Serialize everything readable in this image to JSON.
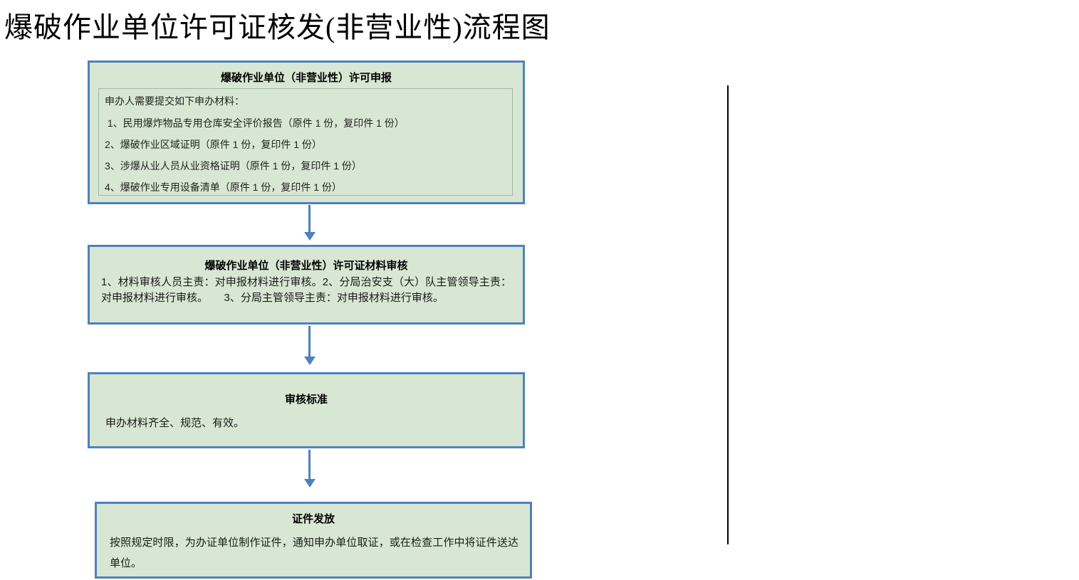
{
  "page": {
    "title": "爆破作业单位许可证核发(非营业性)流程图"
  },
  "flowchart": {
    "colors": {
      "node_fill": "#d8e7d3",
      "node_border": "#4f81bd",
      "arrow": "#4f81bd",
      "divider": "#000000"
    },
    "nodes": [
      {
        "id": "apply",
        "title": "爆破作业单位（非营业性）许可申报",
        "intro": "申办人需要提交如下申办材料：",
        "items": [
          " 1、民用爆炸物品专用仓库安全评价报告（原件 1 份，复印件 1 份）",
          "2、爆破作业区域证明（原件 1 份，复印件 1 份）",
          "3、涉爆从业人员从业资格证明（原件 1 份，复印件 1 份）",
          "4、爆破作业专用设备清单（原件 1 份，复印件 1 份）"
        ]
      },
      {
        "id": "review",
        "title": "爆破作业单位（非营业性）许可证材料审核",
        "body": "1、材料审核人员主责：对申报材料进行审核。2、分局治安支（大）队主管领导主责：对申报材料进行审核。　　3、分局主管领导主责：对申报材料进行审核。"
      },
      {
        "id": "standard",
        "title": "审核标准",
        "body": "申办材料齐全、规范、有效。"
      },
      {
        "id": "issue",
        "title": "证件发放",
        "body": "按照规定时限，为办证单位制作证件，通知申办单位取证，或在检查工作中将证件送达单位。"
      }
    ]
  }
}
